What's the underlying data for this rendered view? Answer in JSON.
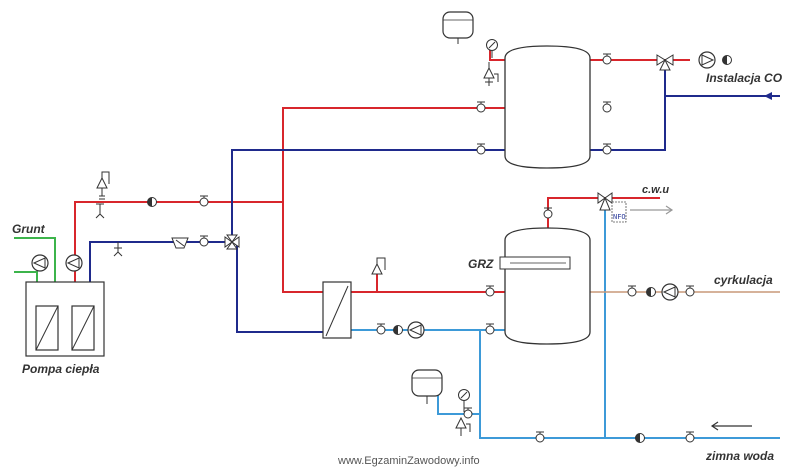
{
  "labels": {
    "grunt": "Grunt",
    "pompa_ciepla": "Pompa ciepła",
    "instalacja_co": "Instalacja CO",
    "cwu": "c.w.u",
    "grz": "GRZ",
    "cyrkulacja": "cyrkulacja",
    "zimna_woda": "zimna woda",
    "watermark": "www.EgzaminZawodowy.info",
    "sensor_tag": "NFO"
  },
  "colors": {
    "supply": "#d8262c",
    "return": "#1f2a8c",
    "ground": "#3cb44b",
    "cold_water": "#3d9ad8",
    "circulation": "#c89878",
    "equipment": "#333333"
  }
}
